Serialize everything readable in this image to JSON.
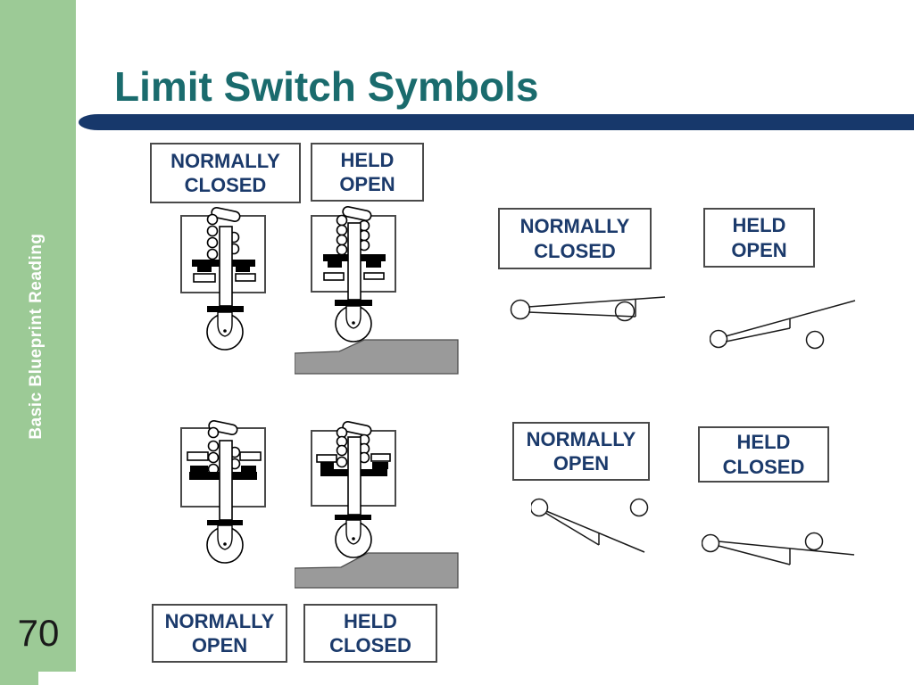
{
  "slide": {
    "title": "Limit Switch Symbols",
    "page_number": "70",
    "sidebar_text": "Basic Blueprint Reading"
  },
  "labels": {
    "top_normally_closed": "NORMALLY\nCLOSED",
    "top_held_open": "HELD\nOPEN",
    "right_normally_closed": "NORMALLY\nCLOSED",
    "right_held_open": "HELD\nOPEN",
    "right_normally_open": "NORMALLY\nOPEN",
    "right_held_closed": "HELD\nCLOSED",
    "bottom_normally_open": "NORMALLY\nOPEN",
    "bottom_held_closed": "HELD\nCLOSED"
  },
  "colors": {
    "sidebar_green": "#9CCA96",
    "title_teal": "#1A6B6D",
    "accent_navy": "#17386B",
    "label_text_navy": "#1B3A6B",
    "cam_gray": "#9A9A9A"
  },
  "icons": [
    "limit-switch-plunger-diagram",
    "limit-switch-contact-symbol",
    "cam-ramp-shape"
  ]
}
